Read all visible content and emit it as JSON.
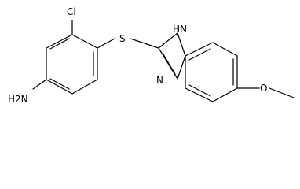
{
  "molecule": {
    "atoms": {
      "chlorine": "Cl",
      "sulfur": "S",
      "amine": "H2N",
      "imine_nitrogen": "N",
      "nh_hydrogen_nitrogen": "HN",
      "methoxy_oxygen": "O"
    }
  }
}
